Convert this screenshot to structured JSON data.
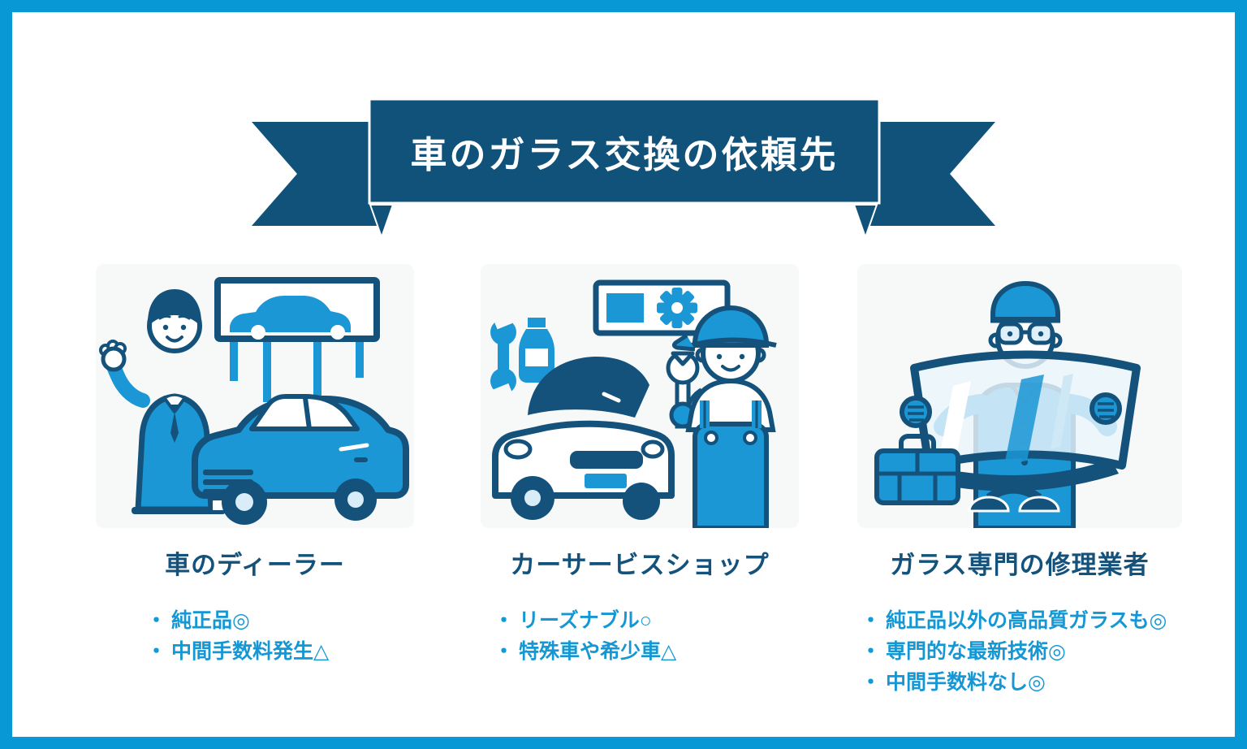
{
  "banner": {
    "title": "車のガラス交換の依頼先"
  },
  "bullet_marker": "・",
  "columns": [
    {
      "id": "dealer",
      "illustration": "car-dealer-illustration",
      "heading": "車のディーラー",
      "bullets": [
        "純正品◎",
        "中間手数料発生△"
      ]
    },
    {
      "id": "service-shop",
      "illustration": "car-service-shop-illustration",
      "heading": "カーサービスショップ",
      "bullets": [
        "リーズナブル○",
        "特殊車や希少車△"
      ]
    },
    {
      "id": "glass-specialist",
      "illustration": "glass-repair-specialist-illustration",
      "heading": "ガラス専門の修理業者",
      "bullets": [
        "純正品以外の高品質ガラスも◎",
        "専門的な最新技術◎",
        "中間手数料なし◎"
      ]
    }
  ],
  "colors": {
    "border_blue": "#0898d6",
    "ribbon_navy": "#11527b",
    "heading_navy": "#14527b",
    "bullet_blue": "#1597d4",
    "illustration_accent": "#1b97d5",
    "illustration_outline": "#14527c",
    "panel_background": "#f7f8f8",
    "title_text": "#ffffff"
  }
}
